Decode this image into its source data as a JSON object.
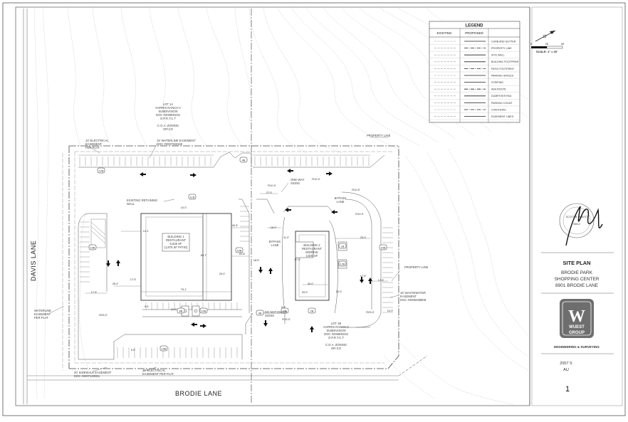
{
  "roads": {
    "west": "DAVIS LANE",
    "south": "BRODIE LANE"
  },
  "legend": {
    "title": "LEGEND",
    "col_existing": "EXISTING",
    "col_proposed": "PROPOSED",
    "items": [
      "CURB AND GUTTER",
      "PROPERTY LINE",
      "SITE WALL",
      "BUILDING FOOTPRINT",
      "PATIO FOOTPRINT",
      "PARKING SPACES",
      "STRIPING",
      "ADA ROUTE",
      "DUMPSTER PAD",
      "PARKING COUNT",
      "CONTOURS",
      "EASEMENT LINES"
    ]
  },
  "scale": {
    "ticks": [
      "0",
      "20",
      "40"
    ],
    "label": "SCALE: 1\" = 20'"
  },
  "seal": {
    "lines": [
      "SCOTT B. WUEST",
      "98612"
    ]
  },
  "title_block": {
    "sheet_title": "SITE PLAN",
    "project_line1": "BRODIE PARK",
    "project_line2": "SHOPPING CENTER",
    "project_line3": "8901 BRODIE LANE",
    "firm_logo_letter": "W",
    "firm_name_line1": "WUEST",
    "firm_name_line2": "GROUP",
    "firm_tagline": "ENGINEERING & SURVEYING",
    "job_no_line1": "2007 S",
    "job_no_line2": "AU",
    "sheet_number": "1"
  },
  "plan": {
    "north_lot": [
      "LOT 1A",
      "HARRIS RANCH II",
      "SUBDIVISION",
      "DOC #200800234",
      "O.P.R.T.C.T",
      "",
      "C.O.A. ZONING",
      "GR-CO"
    ],
    "south_lot": [
      "LOT 1B",
      "HARRIS RANCH II",
      "SUBDIVISION",
      "DOC #200800234",
      "O.P.R.T.C.T",
      "",
      "C.O.A. ZONING",
      "GR-CO"
    ],
    "building1": [
      "BUILDING 1",
      "RESTAURANT",
      "6,625 SF",
      "(1,875 SF PATIO)"
    ],
    "building2": [
      "BUILDING 2",
      "RESTAURANT",
      "W/DRIVE",
      "3,500 SF"
    ],
    "notes": {
      "elec_easement_top": [
        "10' ELECTRICAL",
        "EASEMENT",
        "PER PLAT"
      ],
      "waterline_easement_top": [
        "15' WATERLINE EASEMENT",
        "DOC #2007063159"
      ],
      "property_line_top": "PROPERTY LINE",
      "existing_retaining_wall": [
        "EXISTING RETAINING",
        "WALL"
      ],
      "one_way_signs": [
        "ONE-WAY",
        "SIGNS"
      ],
      "bypass_lane_a": [
        "BYPASS",
        "LANE"
      ],
      "bypass_lane_b": [
        "BYPASS",
        "LANE"
      ],
      "property_line_right": "PROPERTY LINE",
      "wastewater_easement": [
        "15' WASTEWATER",
        "EASEMENT",
        "DOC #2005208808"
      ],
      "waterline_easement_left": [
        "WATERLINE",
        "EASEMENT",
        "PER PLAT"
      ],
      "do_not_enter": [
        "DO NOT ENTER",
        "SIGNS"
      ],
      "sidewalk_easement": [
        "20' SIDEWALK EASEMENT",
        "DOC #2007120061"
      ],
      "elec_easement_bottom": [
        "10' ELECTRICAL",
        "EASEMENT PER PLAT"
      ]
    },
    "dimensions": {
      "b1_height": "83.7'",
      "b1_width": "70.1'",
      "d13": "13.1'",
      "d42": "42.6'",
      "d22": "22.8'",
      "d20a": "20.0'",
      "d25a": "25.0'",
      "d17a": "17.5'",
      "d17b": "17.5'",
      "d10a": "10.0'",
      "d10b": "10.0'",
      "r25a": "R25.0'",
      "d9a": "9.0'",
      "d9b": "9.0'",
      "d27": "27.0'",
      "r10a": "R10.0'",
      "r10b": "R10.0'",
      "r10c": "R10.0'",
      "r10d": "R10.0'",
      "d16": "16.0'",
      "d11": "11.0'",
      "d18": "18.5'",
      "b2_height": "57.5'",
      "b2_width": "40.0'",
      "d25b": "25.0'",
      "d17c": "17.5'",
      "d20b": "20.0'",
      "r25b": "R25.0'",
      "d20c": "20.0'",
      "d9c": "9.0'",
      "d17d": "17.5'",
      "r15": "R15.0'",
      "d10c": "10.0'"
    },
    "parking_counts": [
      "11B",
      "12B",
      "10B",
      "10B",
      "8B",
      "10B",
      "1B",
      "10B",
      "14B",
      "2B",
      "2B",
      "12B",
      "4B",
      "3B"
    ]
  }
}
